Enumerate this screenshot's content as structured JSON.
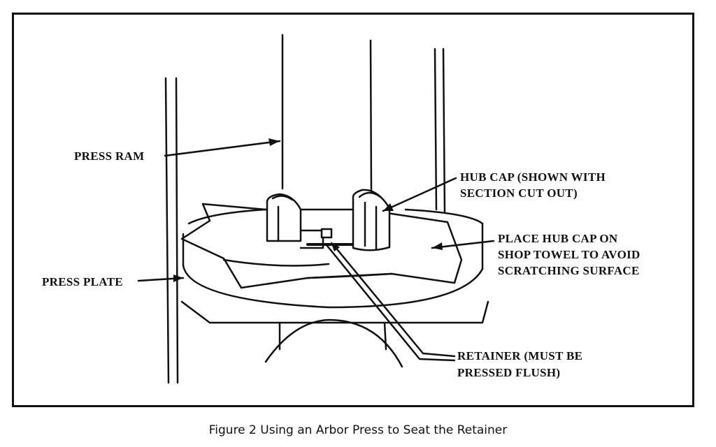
{
  "labels": {
    "press_ram": "PRESS RAM",
    "press_plate": "PRESS PLATE",
    "hub_cap_line1": "HUB CAP (SHOWN WITH",
    "hub_cap_line2": "SECTION CUT OUT)",
    "place_line1": "PLACE HUB CAP ON",
    "place_line2": "SHOP TOWEL TO AVOID",
    "place_line3": "SCRATCHING SURFACE",
    "retainer_line1": "RETAINER (MUST BE",
    "retainer_line2": "PRESSED FLUSH)"
  },
  "caption": "Figure 2 Using an Arbor Press to Seat the Retainer"
}
